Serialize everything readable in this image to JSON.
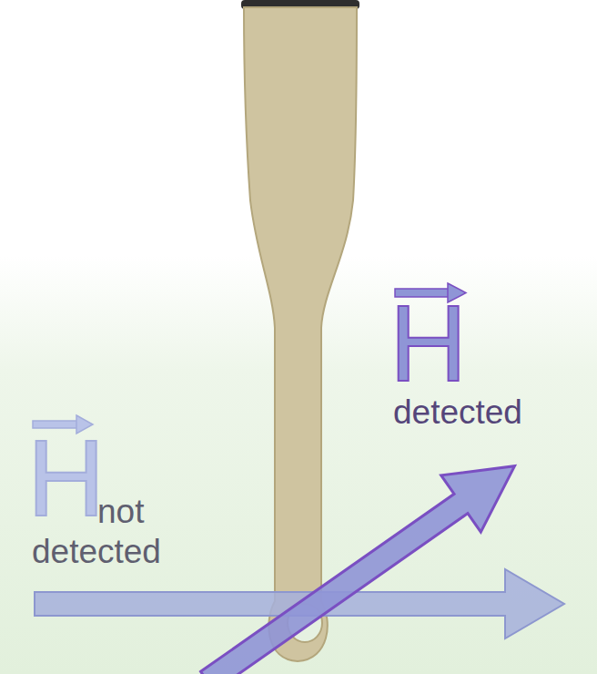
{
  "diagram": {
    "labels": [
      "H",
      "detected",
      "H",
      "not detected"
    ]
  }
}
